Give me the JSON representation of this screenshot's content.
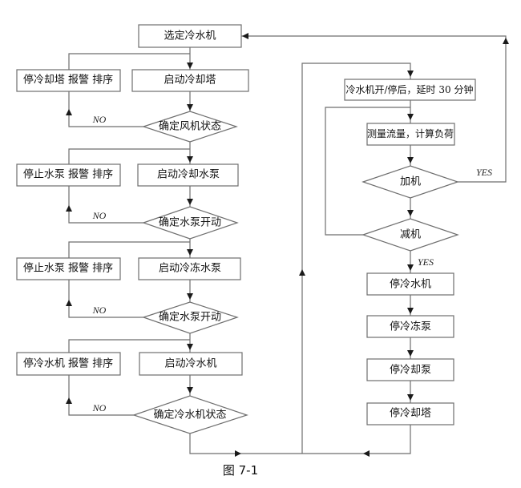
{
  "diagram": {
    "caption": "图 7-1",
    "start": "选定冷水机",
    "left_column": [
      {
        "process": "启动冷却塔",
        "check": "确定风机状态",
        "fail": "停冷却塔 报警 排序",
        "no_label": "NO"
      },
      {
        "process": "启动冷却水泵",
        "check": "确定水泵开动",
        "fail": "停止水泵 报警 排序",
        "no_label": "NO"
      },
      {
        "process": "启动冷冻水泵",
        "check": "确定水泵开动",
        "fail": "停止水泵 报警 排序",
        "no_label": "NO"
      },
      {
        "process": "启动冷水机",
        "check": "确定冷水机状态",
        "fail": "停冷水机 报警 排序",
        "no_label": "NO"
      }
    ],
    "right_column": {
      "delay": "冷水机开/停后，延时 30 分钟",
      "measure": "测量流量，计算负荷",
      "add_decision": "加机",
      "add_yes": "YES",
      "remove_decision": "减机",
      "remove_yes": "YES",
      "stop_steps": [
        "停冷水机",
        "停冷冻泵",
        "停冷却泵",
        "停冷却塔"
      ]
    }
  }
}
